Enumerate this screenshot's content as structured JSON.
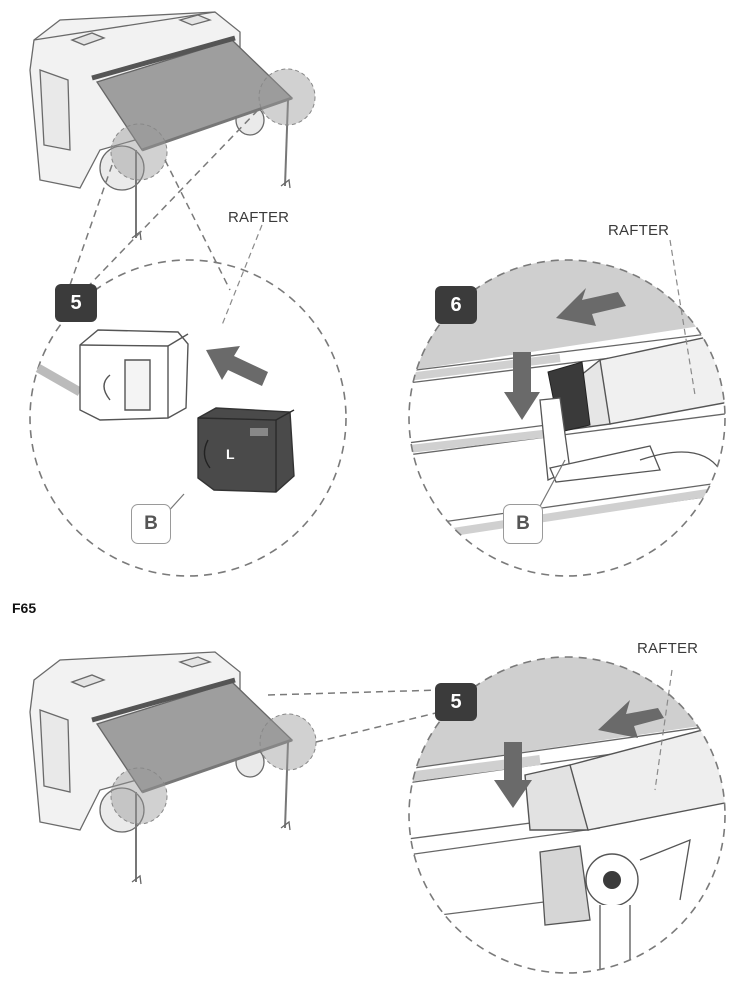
{
  "labels": {
    "rafter": "RAFTER",
    "part_b": "B",
    "part_side": "L",
    "section_f65": "F65"
  },
  "steps": {
    "top_left": "5",
    "top_right": "6",
    "bottom": "5"
  },
  "colors": {
    "outline": "#5a5a5a",
    "fabric_gray": "#9e9e9e",
    "light_gray": "#d6d6d6",
    "dark_part": "#4a4a4a",
    "badge_dark": "#3b3b3b"
  }
}
